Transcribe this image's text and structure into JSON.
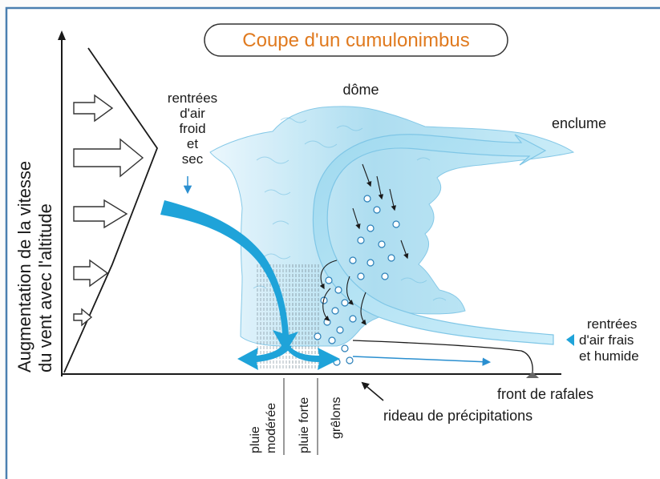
{
  "title": "Coupe d'un cumulonimbus",
  "y_axis_label": [
    "Augmentation de la vitesse",
    "du vent avec l'altitude"
  ],
  "labels": {
    "dome": "dôme",
    "anvil": "enclume",
    "cold_dry_inflow": [
      "rentrées",
      "d'air",
      "froid",
      "et",
      "sec"
    ],
    "cool_moist_inflow": [
      "rentrées",
      "d'air frais",
      "et humide"
    ],
    "gust_front": "front de rafales",
    "precip_curtain": "rideau de précipitations",
    "moderate_rain": [
      "pluie",
      "modérée"
    ],
    "heavy_rain": "pluie forte",
    "hail": "grêlons"
  },
  "colors": {
    "frame": "#4a7fb0",
    "title": "#e07a1f",
    "cloud_light": "#dff2fb",
    "cloud_mid": "#9fd9ef",
    "cloud_dark": "#5bbfe3",
    "arrow_blue": "#1fa3d9",
    "ink": "#1a1a1a"
  },
  "icons": [
    "wind-arrow-icon",
    "downdraft-arrow-icon",
    "updraft-arrow-icon",
    "hailstone-icon",
    "gust-front-marker-icon",
    "pointer-arrow-icon"
  ]
}
